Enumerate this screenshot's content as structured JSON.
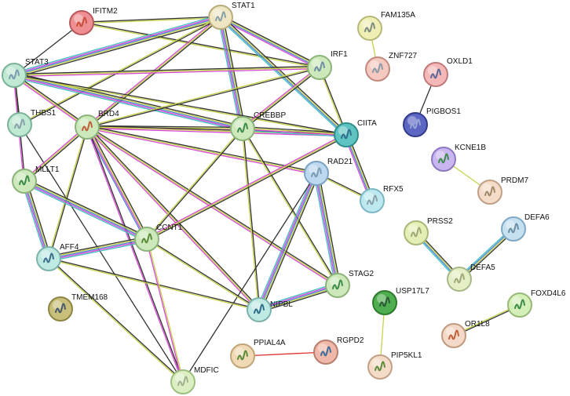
{
  "diagram": {
    "type": "protein-interaction-network",
    "nodes": [
      {
        "id": "IFITM2",
        "label": "IFITM2",
        "color": "#ef8f93",
        "stroke": "#b75a5e",
        "glyph": "#c8503a"
      },
      {
        "id": "STAT1",
        "label": "STAT1",
        "color": "#efe6c3",
        "stroke": "#b8ab7c",
        "glyph": "#8aa0a8"
      },
      {
        "id": "STAT3",
        "label": "STAT3",
        "color": "#bfe9d3",
        "stroke": "#7cb29a",
        "glyph": "#7c9ab0"
      },
      {
        "id": "IRF1",
        "label": "IRF1",
        "color": "#cde9bb",
        "stroke": "#8cb47a",
        "glyph": "#6b8fa5"
      },
      {
        "id": "THBS1",
        "label": "THBS1",
        "color": "#bfe9d3",
        "stroke": "#7cb29a",
        "glyph": "#8aa0a8"
      },
      {
        "id": "BRD4",
        "label": "BRD4",
        "color": "#cde9bb",
        "stroke": "#8cb47a",
        "glyph": "#c0603a"
      },
      {
        "id": "CREBBP",
        "label": "CREBBP",
        "color": "#cde9bb",
        "stroke": "#8cb47a",
        "glyph": "#3d8c4a"
      },
      {
        "id": "CIITA",
        "label": "CIITA",
        "color": "#5fc4c1",
        "stroke": "#2f8d8a",
        "glyph": "#2f6f8a"
      },
      {
        "id": "MLLT1",
        "label": "MLLT1",
        "color": "#cde9bb",
        "stroke": "#8cb47a",
        "glyph": "#3d8c4a"
      },
      {
        "id": "RAD21",
        "label": "RAD21",
        "color": "#bcd8ef",
        "stroke": "#7ca3c4",
        "glyph": "#7c9ab0"
      },
      {
        "id": "RFX5",
        "label": "RFX5",
        "color": "#bde8ef",
        "stroke": "#7cb8c4",
        "glyph": "#8aa0a8"
      },
      {
        "id": "CCNT1",
        "label": "CCNT1",
        "color": "#cde9bb",
        "stroke": "#8cb47a",
        "glyph": "#5a8c3a"
      },
      {
        "id": "AFF4",
        "label": "AFF4",
        "color": "#bfe9e3",
        "stroke": "#7cb2aa",
        "glyph": "#3d6f8a"
      },
      {
        "id": "STAG2",
        "label": "STAG2",
        "color": "#cde9bb",
        "stroke": "#8cb47a",
        "glyph": "#3d8c4a"
      },
      {
        "id": "NIPBL",
        "label": "NIPBL",
        "color": "#bfe9e3",
        "stroke": "#7cb2aa",
        "glyph": "#2f6f8a"
      },
      {
        "id": "TMEM168",
        "label": "TMEM168",
        "color": "#c8c07a",
        "stroke": "#8c8440",
        "glyph": "#4a5a6a"
      },
      {
        "id": "MDFIC",
        "label": "MDFIC",
        "color": "#dcefc3",
        "stroke": "#9cc080",
        "glyph": "#a0b090"
      },
      {
        "id": "PPIAL4A",
        "label": "PPIAL4A",
        "color": "#f0d9b5",
        "stroke": "#c0a478",
        "glyph": "#5a8c3a"
      },
      {
        "id": "RGPD2",
        "label": "RGPD2",
        "color": "#efb8a8",
        "stroke": "#b87e6e",
        "glyph": "#3a6f9a"
      },
      {
        "id": "FAM135A",
        "label": "FAM135A",
        "color": "#efefb5",
        "stroke": "#b8b878",
        "glyph": "#7c8a80"
      },
      {
        "id": "ZNF727",
        "label": "ZNF727",
        "color": "#f5c9c0",
        "stroke": "#c08a7e",
        "glyph": "#8a9aa8"
      },
      {
        "id": "OXLD1",
        "label": "OXLD1",
        "color": "#f5b8b8",
        "stroke": "#c07a7a",
        "glyph": "#5a6a9a"
      },
      {
        "id": "PIGBOS1",
        "label": "PIGBOS1",
        "color": "#5c67c4",
        "stroke": "#323a8a",
        "glyph": "#9aa8d8"
      },
      {
        "id": "KCNE1B",
        "label": "KCNE1B",
        "color": "#c9b5ef",
        "stroke": "#8e78c0",
        "glyph": "#3d8c4a"
      },
      {
        "id": "PRDM7",
        "label": "PRDM7",
        "color": "#f5dcc8",
        "stroke": "#c0a088",
        "glyph": "#a08a6a"
      },
      {
        "id": "PRSS2",
        "label": "PRSS2",
        "color": "#e4efb5",
        "stroke": "#a8b878",
        "glyph": "#a0a878"
      },
      {
        "id": "DEFA6",
        "label": "DEFA6",
        "color": "#c5e0ef",
        "stroke": "#80a8c4",
        "glyph": "#6b8fa5"
      },
      {
        "id": "DEFA5",
        "label": "DEFA5",
        "color": "#e4efc5",
        "stroke": "#a8b888",
        "glyph": "#a0a878"
      },
      {
        "id": "USP17L7",
        "label": "USP17L7",
        "color": "#4fae4f",
        "stroke": "#2f7a2f",
        "glyph": "#2f5a3a"
      },
      {
        "id": "FOXD4L6",
        "label": "FOXD4L6",
        "color": "#d5efb8",
        "stroke": "#98b878",
        "glyph": "#3d8c4a"
      },
      {
        "id": "OR1L8",
        "label": "OR1L8",
        "color": "#f5d9c8",
        "stroke": "#c09a80",
        "glyph": "#c0603a"
      },
      {
        "id": "PIP5KL1",
        "label": "PIP5KL1",
        "color": "#f5dcc8",
        "stroke": "#c0a088",
        "glyph": "#5a8c3a"
      }
    ],
    "edges": [
      {
        "a": "IFITM2",
        "b": "STAT3",
        "colors": [
          "#333333"
        ]
      },
      {
        "a": "IFITM2",
        "b": "STAT1",
        "colors": [
          "#333333",
          "#c6d24a"
        ]
      },
      {
        "a": "IFITM2",
        "b": "IRF1",
        "colors": [
          "#333333",
          "#c6d24a"
        ]
      },
      {
        "a": "STAT1",
        "b": "STAT3",
        "colors": [
          "#333333",
          "#c6d24a",
          "#4a7fd6",
          "#d848d8",
          "#40c0c0"
        ]
      },
      {
        "a": "STAT1",
        "b": "IRF1",
        "colors": [
          "#333333",
          "#c6d24a",
          "#4a7fd6",
          "#d848d8"
        ]
      },
      {
        "a": "STAT1",
        "b": "BRD4",
        "colors": [
          "#333333",
          "#c6d24a",
          "#d848d8"
        ]
      },
      {
        "a": "STAT1",
        "b": "CREBBP",
        "colors": [
          "#333333",
          "#c6d24a",
          "#4a7fd6",
          "#d848d8",
          "#40c0c0"
        ]
      },
      {
        "a": "STAT1",
        "b": "CIITA",
        "colors": [
          "#333333",
          "#c6d24a",
          "#4a7fd6",
          "#40c0c0"
        ]
      },
      {
        "a": "STAT1",
        "b": "THBS1",
        "colors": [
          "#333333",
          "#c6d24a"
        ]
      },
      {
        "a": "STAT3",
        "b": "IRF1",
        "colors": [
          "#333333",
          "#c6d24a",
          "#d848d8"
        ]
      },
      {
        "a": "STAT3",
        "b": "THBS1",
        "colors": [
          "#333333",
          "#c6d24a"
        ]
      },
      {
        "a": "STAT3",
        "b": "BRD4",
        "colors": [
          "#333333",
          "#c6d24a",
          "#d848d8"
        ]
      },
      {
        "a": "STAT3",
        "b": "CREBBP",
        "colors": [
          "#333333",
          "#c6d24a",
          "#4a7fd6",
          "#d848d8",
          "#40c0c0"
        ]
      },
      {
        "a": "STAT3",
        "b": "CIITA",
        "colors": [
          "#333333",
          "#c6d24a"
        ]
      },
      {
        "a": "STAT3",
        "b": "MLLT1",
        "colors": [
          "#333333",
          "#d848d8"
        ]
      },
      {
        "a": "IRF1",
        "b": "BRD4",
        "colors": [
          "#333333",
          "#c6d24a"
        ]
      },
      {
        "a": "IRF1",
        "b": "CREBBP",
        "colors": [
          "#333333",
          "#c6d24a",
          "#d848d8"
        ]
      },
      {
        "a": "IRF1",
        "b": "CIITA",
        "colors": [
          "#333333",
          "#c6d24a"
        ]
      },
      {
        "a": "THBS1",
        "b": "MDFIC",
        "colors": [
          "#333333"
        ]
      },
      {
        "a": "BRD4",
        "b": "CREBBP",
        "colors": [
          "#333333",
          "#c6d24a",
          "#d848d8"
        ]
      },
      {
        "a": "BRD4",
        "b": "CIITA",
        "colors": [
          "#333333",
          "#c6d24a",
          "#d848d8"
        ]
      },
      {
        "a": "BRD4",
        "b": "RAD21",
        "colors": [
          "#333333",
          "#c6d24a",
          "#d848d8"
        ]
      },
      {
        "a": "BRD4",
        "b": "MLLT1",
        "colors": [
          "#333333",
          "#c6d24a",
          "#d848d8"
        ]
      },
      {
        "a": "BRD4",
        "b": "AFF4",
        "colors": [
          "#333333",
          "#c6d24a"
        ]
      },
      {
        "a": "BRD4",
        "b": "CCNT1",
        "colors": [
          "#333333",
          "#c6d24a",
          "#d848d8",
          "#4a7fd6"
        ]
      },
      {
        "a": "BRD4",
        "b": "NIPBL",
        "colors": [
          "#333333",
          "#c6d24a",
          "#d848d8"
        ]
      },
      {
        "a": "BRD4",
        "b": "STAG2",
        "colors": [
          "#333333",
          "#c6d24a",
          "#d848d8"
        ]
      },
      {
        "a": "BRD4",
        "b": "MDFIC",
        "colors": [
          "#333333",
          "#d848d8"
        ]
      },
      {
        "a": "CREBBP",
        "b": "CIITA",
        "colors": [
          "#333333",
          "#c6d24a",
          "#d848d8",
          "#40c0c0"
        ]
      },
      {
        "a": "CREBBP",
        "b": "CCNT1",
        "colors": [
          "#333333",
          "#c6d24a"
        ]
      },
      {
        "a": "CREBBP",
        "b": "STAG2",
        "colors": [
          "#333333",
          "#c6d24a"
        ]
      },
      {
        "a": "CREBBP",
        "b": "NIPBL",
        "colors": [
          "#333333",
          "#c6d24a"
        ]
      },
      {
        "a": "CIITA",
        "b": "RFX5",
        "colors": [
          "#333333",
          "#c6d24a",
          "#4a7fd6",
          "#d848d8"
        ]
      },
      {
        "a": "CIITA",
        "b": "CCNT1",
        "colors": [
          "#333333",
          "#c6d24a",
          "#d848d8"
        ]
      },
      {
        "a": "RAD21",
        "b": "RFX5",
        "colors": [
          "#333333",
          "#c6d24a"
        ]
      },
      {
        "a": "RAD21",
        "b": "STAG2",
        "colors": [
          "#333333",
          "#c6d24a",
          "#4a7fd6",
          "#d848d8",
          "#40c0c0"
        ]
      },
      {
        "a": "RAD21",
        "b": "NIPBL",
        "colors": [
          "#333333",
          "#c6d24a",
          "#4a7fd6",
          "#d848d8",
          "#40c0c0"
        ]
      },
      {
        "a": "RAD21",
        "b": "MDFIC",
        "colors": [
          "#333333"
        ]
      },
      {
        "a": "MLLT1",
        "b": "AFF4",
        "colors": [
          "#333333",
          "#c6d24a",
          "#4a7fd6",
          "#d848d8",
          "#40c0c0"
        ]
      },
      {
        "a": "MLLT1",
        "b": "CCNT1",
        "colors": [
          "#333333",
          "#c6d24a",
          "#4a7fd6",
          "#d848d8",
          "#40c0c0"
        ]
      },
      {
        "a": "AFF4",
        "b": "CCNT1",
        "colors": [
          "#333333",
          "#c6d24a",
          "#4a7fd6",
          "#d848d8",
          "#40c0c0"
        ]
      },
      {
        "a": "AFF4",
        "b": "NIPBL",
        "colors": [
          "#333333",
          "#c6d24a"
        ]
      },
      {
        "a": "AFF4",
        "b": "MDFIC",
        "colors": [
          "#333333",
          "#c6d24a"
        ]
      },
      {
        "a": "CCNT1",
        "b": "MDFIC",
        "colors": [
          "#c6d24a",
          "#d848d8"
        ]
      },
      {
        "a": "CCNT1",
        "b": "NIPBL",
        "colors": [
          "#333333",
          "#c6d24a"
        ]
      },
      {
        "a": "STAG2",
        "b": "NIPBL",
        "colors": [
          "#333333",
          "#c6d24a",
          "#4a7fd6",
          "#d848d8",
          "#40c0c0"
        ]
      },
      {
        "a": "PPIAL4A",
        "b": "RGPD2",
        "colors": [
          "#e03030"
        ]
      },
      {
        "a": "FAM135A",
        "b": "ZNF727",
        "colors": [
          "#c6d24a"
        ]
      },
      {
        "a": "OXLD1",
        "b": "PIGBOS1",
        "colors": [
          "#333333"
        ]
      },
      {
        "a": "KCNE1B",
        "b": "PRDM7",
        "colors": [
          "#c6d24a"
        ]
      },
      {
        "a": "PRSS2",
        "b": "DEFA5",
        "colors": [
          "#333333",
          "#c6d24a",
          "#4a7fd6",
          "#40c0c0"
        ]
      },
      {
        "a": "DEFA6",
        "b": "DEFA5",
        "colors": [
          "#333333",
          "#c6d24a",
          "#4a7fd6",
          "#40c0c0"
        ]
      },
      {
        "a": "USP17L7",
        "b": "PIP5KL1",
        "colors": [
          "#c6d24a"
        ]
      },
      {
        "a": "FOXD4L6",
        "b": "OR1L8",
        "colors": [
          "#333333",
          "#c6d24a"
        ]
      }
    ]
  }
}
